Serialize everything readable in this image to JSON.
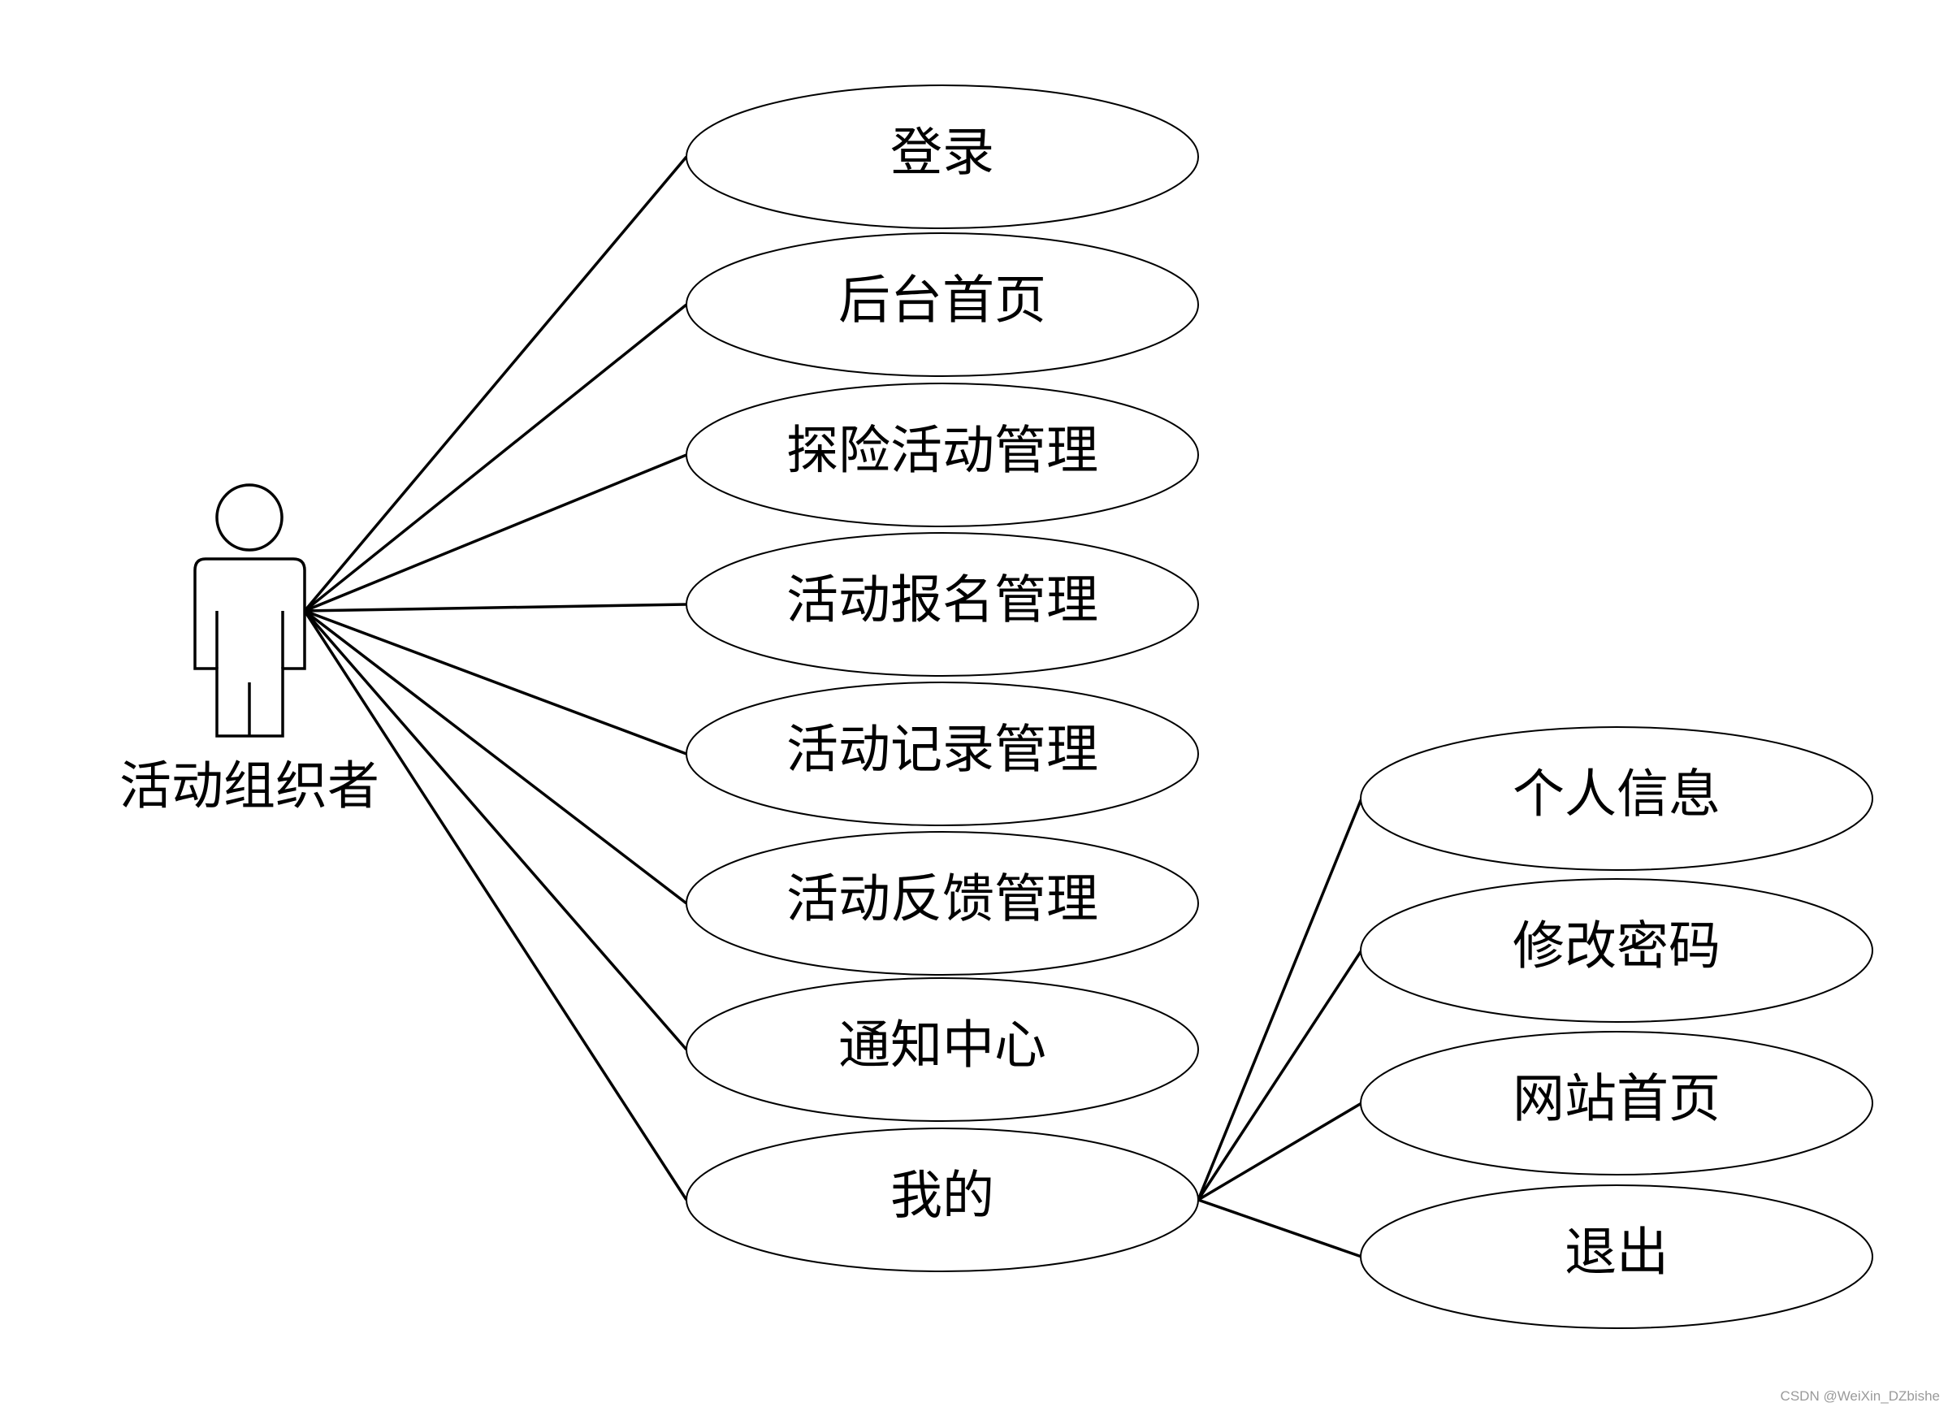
{
  "actor": {
    "label": "活动组织者",
    "icon": "stick-figure-icon"
  },
  "main_use_cases": [
    {
      "label": "登录"
    },
    {
      "label": "后台首页"
    },
    {
      "label": "探险活动管理"
    },
    {
      "label": "活动报名管理"
    },
    {
      "label": "活动记录管理"
    },
    {
      "label": "活动反馈管理"
    },
    {
      "label": "通知中心"
    },
    {
      "label": "我的"
    }
  ],
  "sub_use_cases": {
    "parent": "我的",
    "items": [
      {
        "label": "个人信息"
      },
      {
        "label": "修改密码"
      },
      {
        "label": "网站首页"
      },
      {
        "label": "退出"
      }
    ]
  },
  "watermark": "CSDN @WeiXin_DZbishe"
}
